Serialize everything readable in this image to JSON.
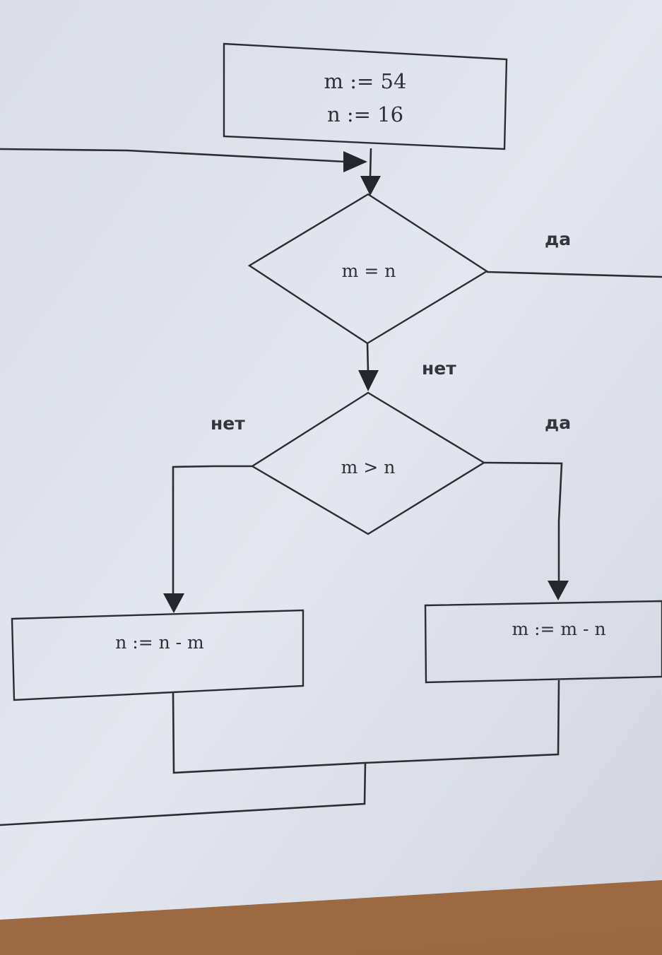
{
  "flowchart": {
    "init": {
      "line1": "m := 54",
      "line2": "n := 16"
    },
    "decision1": {
      "condition": "m = n",
      "yes_label": "да",
      "no_label": "нет"
    },
    "decision2": {
      "condition": "m > n",
      "yes_label": "да",
      "no_label": "нет"
    },
    "process_left": {
      "text": "n := n - m"
    },
    "process_right": {
      "text": "m := m - n"
    }
  }
}
